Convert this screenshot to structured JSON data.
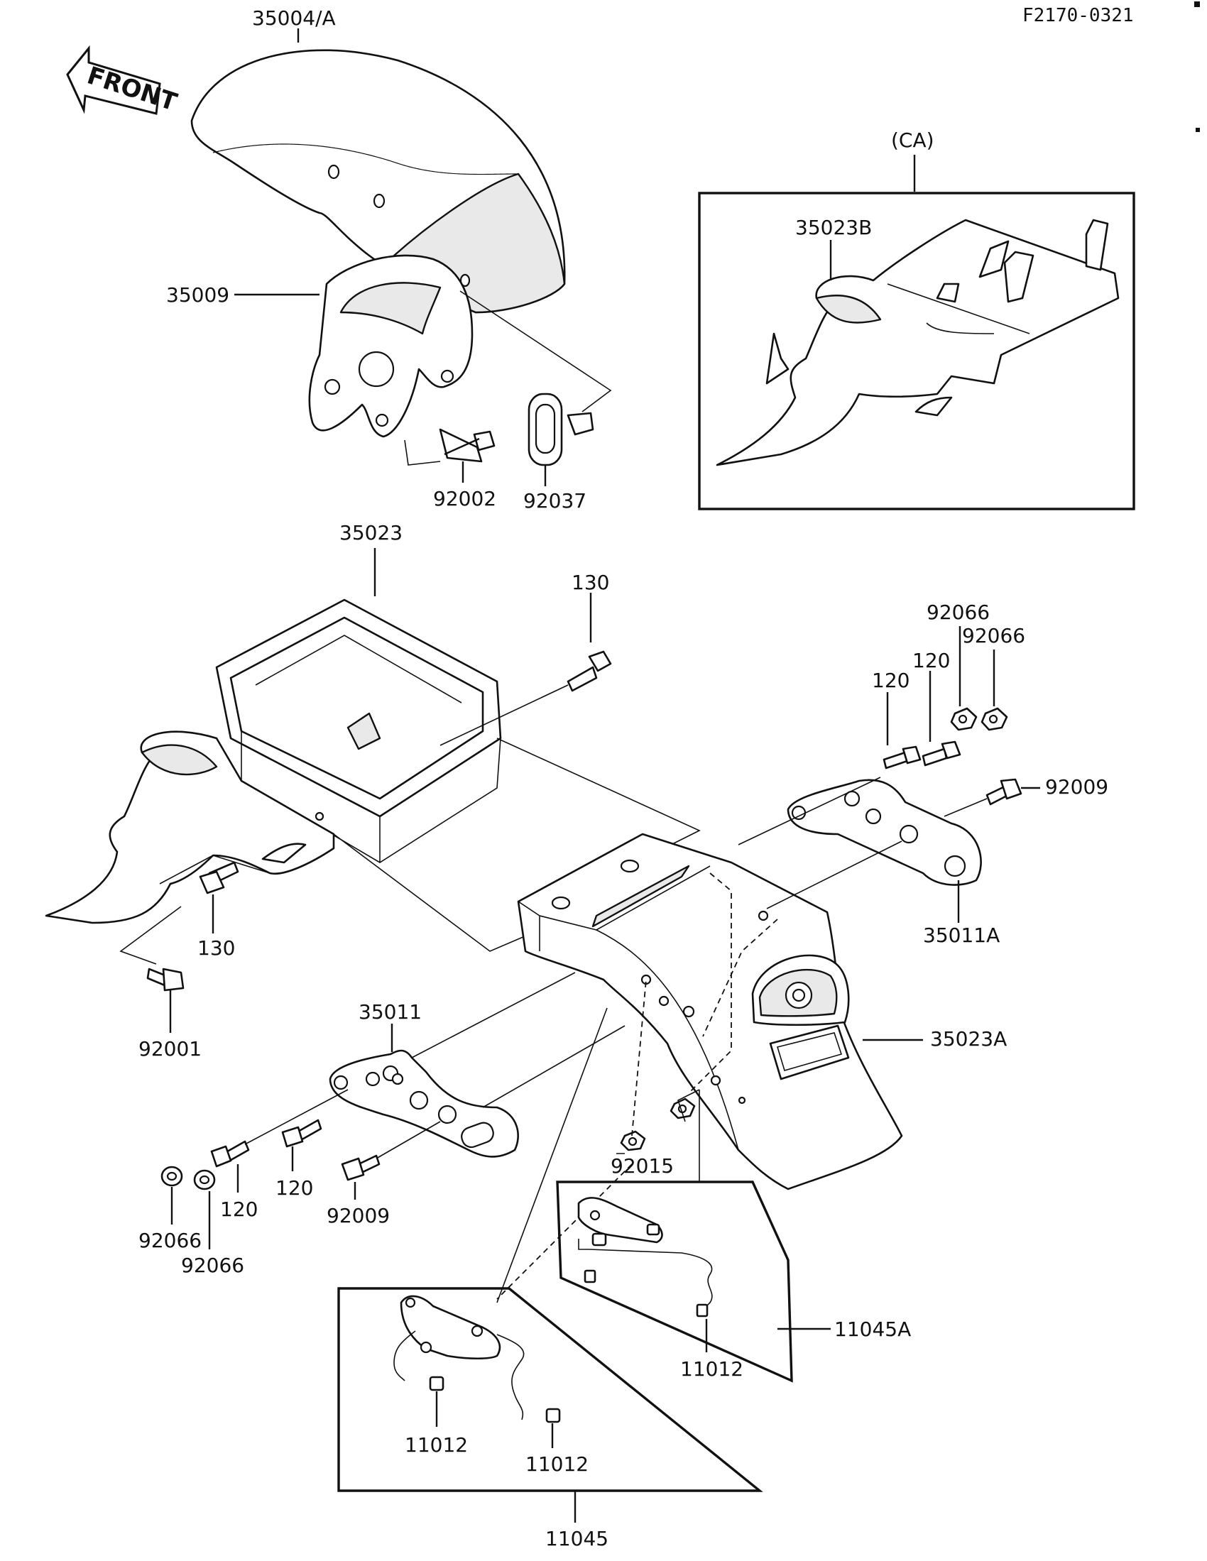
{
  "drawing_code": "F2170-0321",
  "front_label": "FRONT",
  "parts": {
    "p35004A": "35004/A",
    "p35009": "35009",
    "p92002": "92002",
    "p92037": "92037",
    "pCA": "(CA)",
    "p35023B": "35023B",
    "p35023": "35023",
    "p130_top": "130",
    "p130_left": "130",
    "p92001": "92001",
    "p92066_a": "92066",
    "p92066_b": "92066",
    "p120_a": "120",
    "p120_b": "120",
    "p92009_right": "92009",
    "p35011A": "35011A",
    "p35023A": "35023A",
    "p35011": "35011",
    "p120_c": "120",
    "p120_d": "120",
    "p92009_left": "92009",
    "p92066_c": "92066",
    "p92066_d": "92066",
    "p92015": "92015",
    "p11045A": "11045A",
    "p11012_a": "11012",
    "p11012_b": "11012",
    "p11012_c": "11012",
    "p11045": "11045"
  }
}
